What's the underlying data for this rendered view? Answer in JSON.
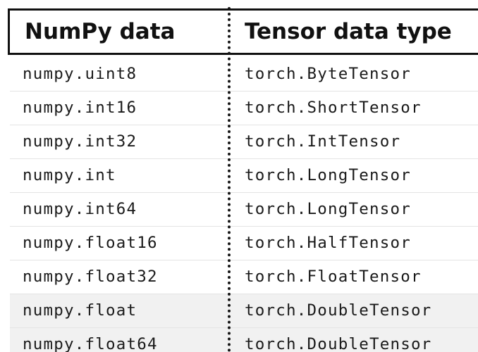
{
  "table": {
    "header": {
      "col1": "NumPy data",
      "col2": "Tensor data type"
    },
    "rows": [
      {
        "numpy": "numpy.uint8",
        "tensor": "torch.ByteTensor"
      },
      {
        "numpy": "numpy.int16",
        "tensor": "torch.ShortTensor"
      },
      {
        "numpy": "numpy.int32",
        "tensor": "torch.IntTensor"
      },
      {
        "numpy": "numpy.int",
        "tensor": "torch.LongTensor"
      },
      {
        "numpy": "numpy.int64",
        "tensor": "torch.LongTensor"
      },
      {
        "numpy": "numpy.float16",
        "tensor": "torch.HalfTensor"
      },
      {
        "numpy": "numpy.float32",
        "tensor": "torch.FloatTensor"
      },
      {
        "numpy": "numpy.float",
        "tensor": "torch.DoubleTensor"
      },
      {
        "numpy": "numpy.float64",
        "tensor": "torch.DoubleTensor"
      }
    ]
  }
}
